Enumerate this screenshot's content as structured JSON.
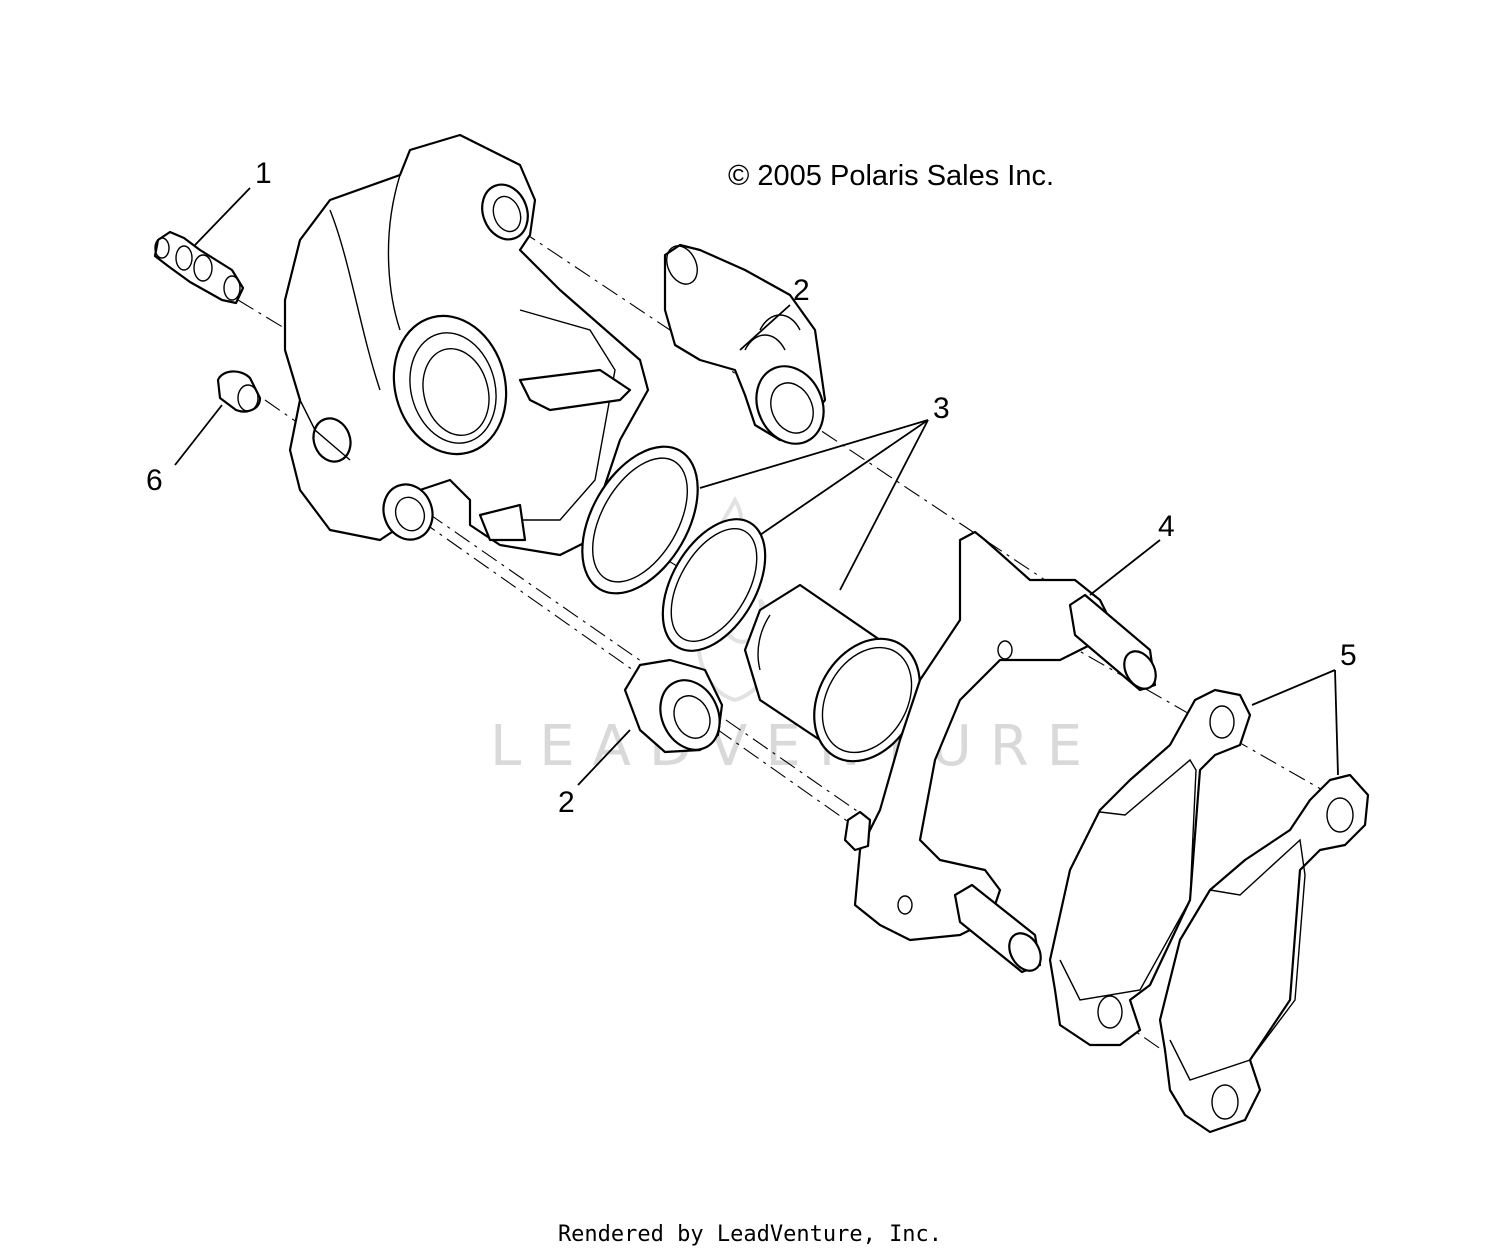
{
  "copyright": "© 2005 Polaris Sales Inc.",
  "watermark": "LEADVENTURE",
  "footer": "Rendered by LeadVenture, Inc.",
  "callouts": {
    "c1": "1",
    "c2a": "2",
    "c2b": "2",
    "c3": "3",
    "c4": "4",
    "c5": "5",
    "c6": "6"
  }
}
